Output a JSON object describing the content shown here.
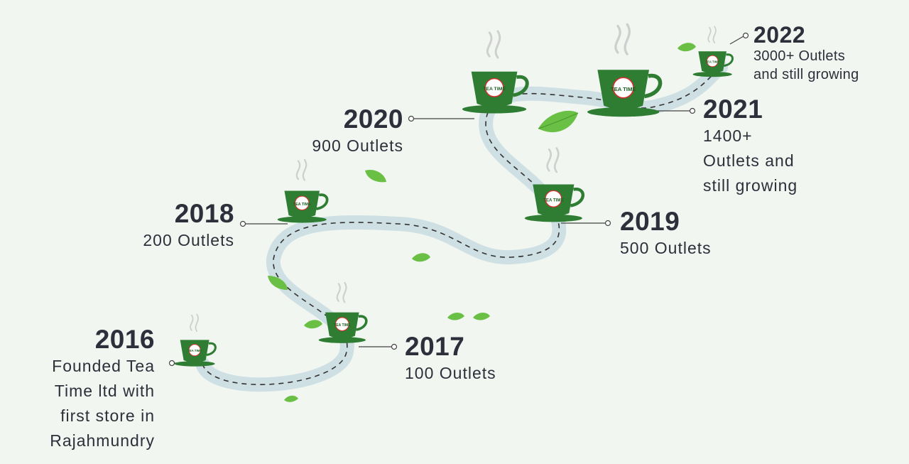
{
  "milestones": [
    {
      "year": "2016",
      "lines": [
        "Founded Tea",
        "Time ltd with",
        "first store in",
        "Rajahmundry"
      ]
    },
    {
      "year": "2017",
      "lines": [
        "100 Outlets"
      ]
    },
    {
      "year": "2018",
      "lines": [
        "200 Outlets"
      ]
    },
    {
      "year": "2019",
      "lines": [
        "500 Outlets"
      ]
    },
    {
      "year": "2020",
      "lines": [
        "900 Outlets"
      ]
    },
    {
      "year": "2021",
      "lines": [
        "1400+",
        "Outlets and",
        "still growing"
      ]
    },
    {
      "year": "2022",
      "lines": [
        "3000+ Outlets",
        "and still growing"
      ]
    }
  ],
  "cup_logo_text": "TEA TIME",
  "colors": {
    "background": "#f1f6f1",
    "road": "#cfe0e4",
    "cup": "#2e7d32",
    "leaf": "#6abf45",
    "text": "#2e2f3a",
    "connector": "#444444"
  }
}
